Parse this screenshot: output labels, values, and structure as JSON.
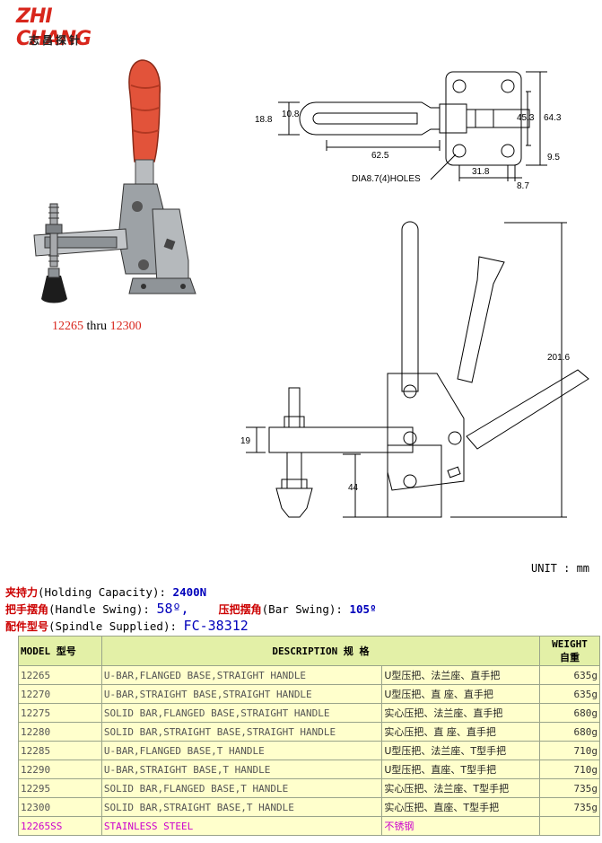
{
  "logo": {
    "brand": "ZHI CHANG",
    "chinese": "志昌探针"
  },
  "caption": {
    "from": "12265",
    "thru": " thru ",
    "to": "12300"
  },
  "top_drawing": {
    "dims": [
      "18.8",
      "10.8",
      "62.5",
      "45.3",
      "64.3",
      "9.5",
      "31.8",
      "8.7"
    ],
    "holes": "DIA8.7(4)HOLES"
  },
  "side_drawing": {
    "dims": [
      "201.6",
      "19",
      "44"
    ]
  },
  "unit": "UNIT : mm",
  "specs": {
    "holding": {
      "label_cn": "夹持力",
      "label_en": "(Holding Capacity):",
      "value": "2400N"
    },
    "handle": {
      "label_cn": "把手摆角",
      "label_en": "(Handle Swing):",
      "value": "58º,",
      "bar_label_cn": "压把摆角",
      "bar_label_en": "(Bar Swing):",
      "bar_value": "105º"
    },
    "spindle": {
      "label_cn": "配件型号",
      "label_en": "(Spindle Supplied):",
      "value": "FC-38312"
    }
  },
  "table": {
    "headers": {
      "model": "MODEL  型号",
      "description": "DESCRIPTION    规 格",
      "weight_en": "WEIGHT",
      "weight_cn": "自重"
    },
    "rows": [
      {
        "model": "12265",
        "desc_en": "U-BAR,FLANGED BASE,STRAIGHT HANDLE",
        "desc_cn": "U型压把、法兰座、直手把",
        "weight": "635g"
      },
      {
        "model": "12270",
        "desc_en": "U-BAR,STRAIGHT BASE,STRAIGHT HANDLE",
        "desc_cn": "U型压把、直 座、直手把",
        "weight": "635g"
      },
      {
        "model": "12275",
        "desc_en": "SOLID BAR,FLANGED BASE,STRAIGHT HANDLE",
        "desc_cn": "实心压把、法兰座、直手把",
        "weight": "680g"
      },
      {
        "model": "12280",
        "desc_en": "SOLID BAR,STRAIGHT BASE,STRAIGHT HANDLE",
        "desc_cn": "实心压把、直 座、直手把",
        "weight": "680g"
      },
      {
        "model": "12285",
        "desc_en": "U-BAR,FLANGED BASE,T HANDLE",
        "desc_cn": "U型压把、法兰座、T型手把",
        "weight": "710g"
      },
      {
        "model": "12290",
        "desc_en": "U-BAR,STRAIGHT BASE,T HANDLE",
        "desc_cn": "U型压把、直座、T型手把",
        "weight": "710g"
      },
      {
        "model": "12295",
        "desc_en": "SOLID BAR,FLANGED BASE,T HANDLE",
        "desc_cn": "实心压把、法兰座、T型手把",
        "weight": "735g"
      },
      {
        "model": "12300",
        "desc_en": "SOLID BAR,STRAIGHT BASE,T HANDLE",
        "desc_cn": "实心压把、直座、T型手把",
        "weight": "735g"
      },
      {
        "model": "12265SS",
        "desc_en": "STAINLESS STEEL",
        "desc_cn": "不锈钢",
        "weight": ""
      }
    ]
  }
}
